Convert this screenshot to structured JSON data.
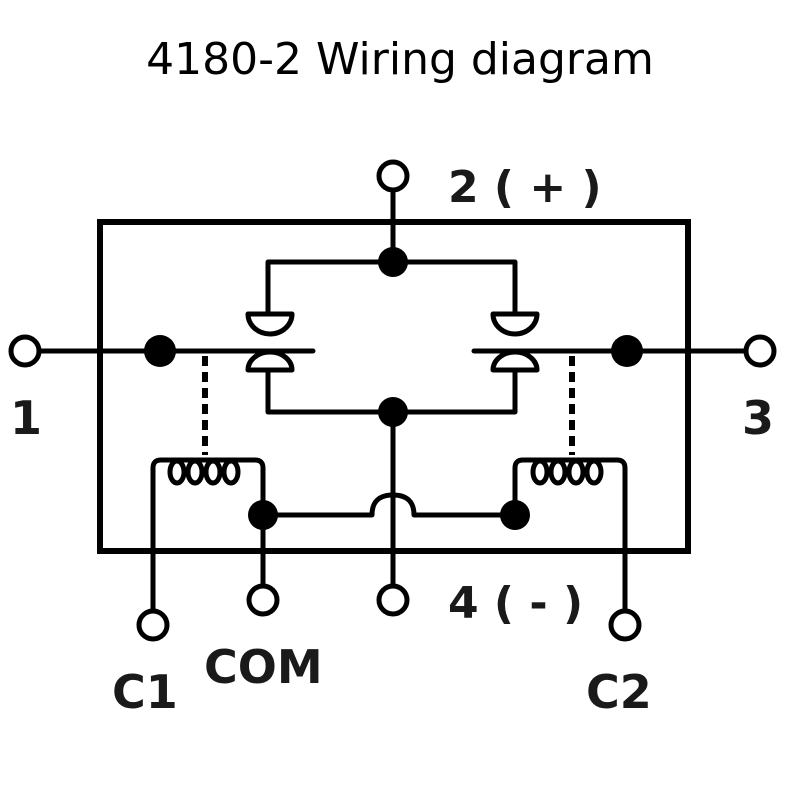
{
  "title": "4180-2 Wiring diagram",
  "terminals": {
    "t1": "1",
    "t2": "2 ( + )",
    "t3": "3",
    "t4": "4 ( - )",
    "c1": "C1",
    "com": "COM",
    "c2": "C2"
  },
  "components": {
    "left_contact": "contact-switch",
    "right_contact": "contact-switch",
    "left_coil": "coil",
    "right_coil": "coil",
    "crossover": "wire-crossover-hop"
  },
  "colors": {
    "line": "#000000",
    "label": "#1a1a1a",
    "background": "#ffffff"
  }
}
